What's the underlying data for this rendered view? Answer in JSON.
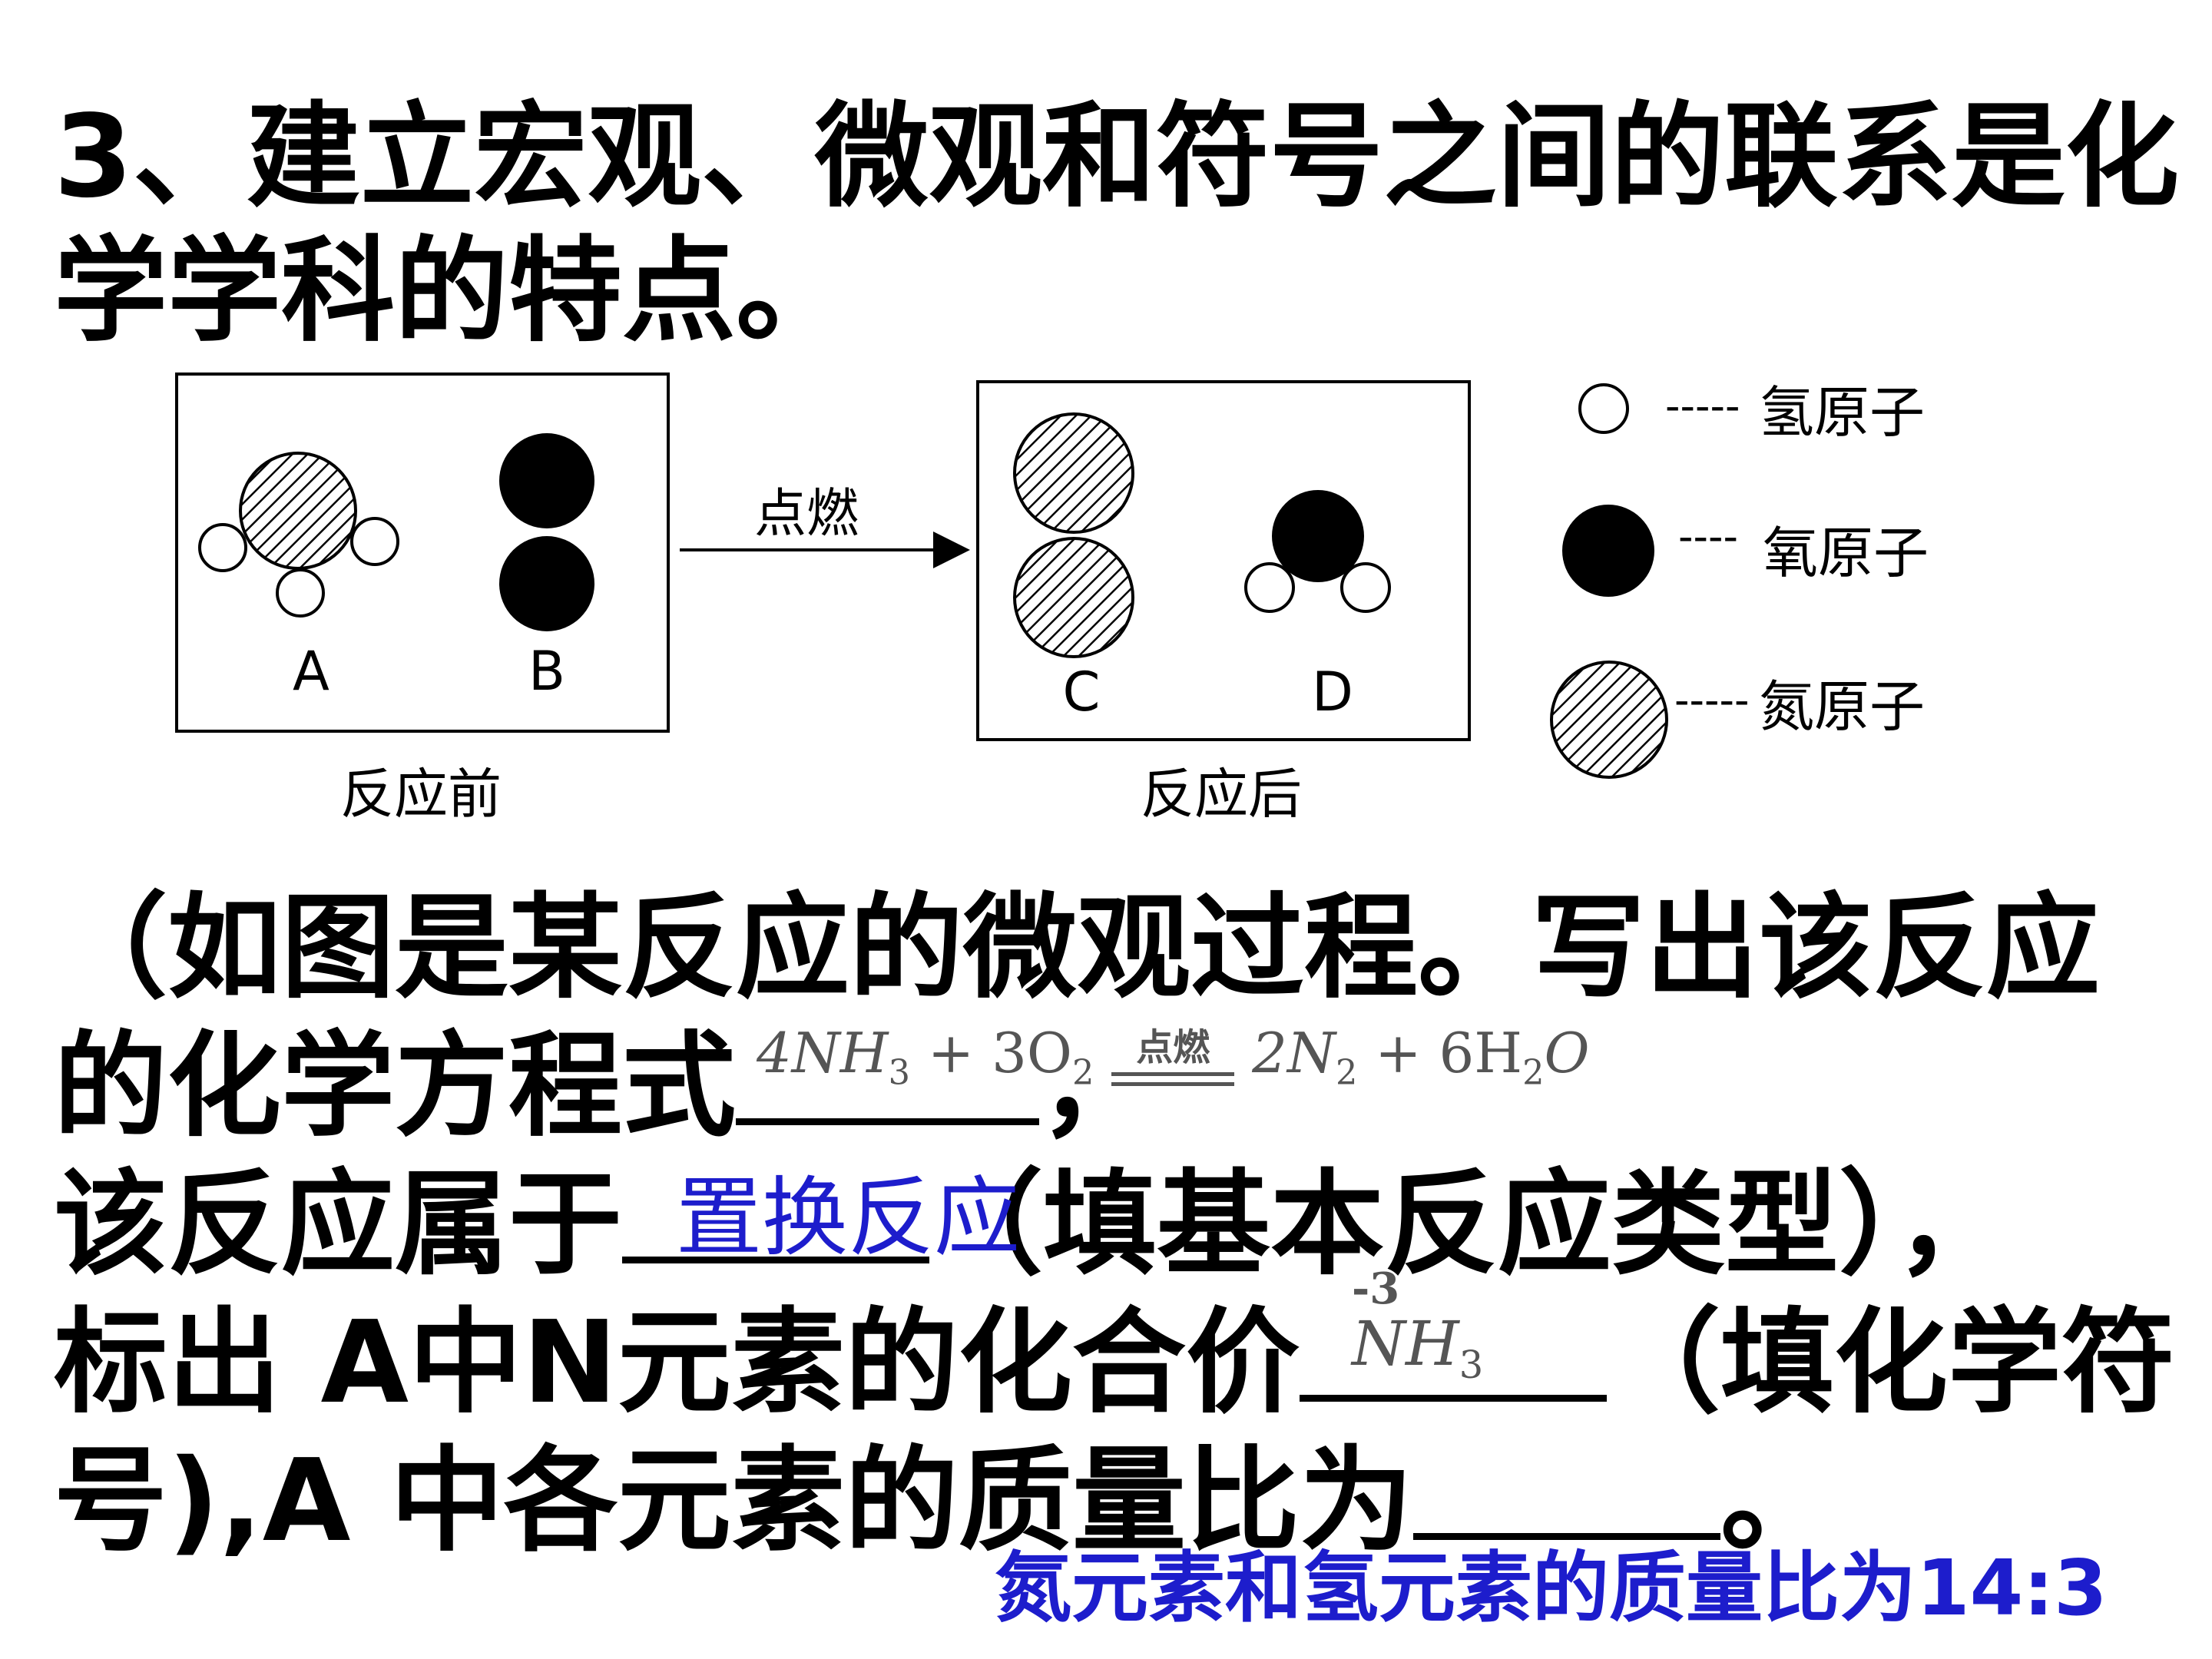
{
  "question": {
    "line1": "3、建立宏观、微观和符号之间的联系是化",
    "line2": "学学科的特点。"
  },
  "diagram": {
    "before_caption": "反应前",
    "after_caption": "反应后",
    "arrow_label": "点燃",
    "molecules": [
      "A",
      "B",
      "C",
      "D"
    ],
    "legend": [
      {
        "dash": "-----",
        "text": "氢原子",
        "icon": "hydrogen-atom-icon"
      },
      {
        "dash": "----",
        "text": "氧原子",
        "icon": "oxygen-atom-icon"
      },
      {
        "dash": "-----",
        "text": "氮原子",
        "icon": "nitrogen-atom-icon"
      }
    ]
  },
  "body": {
    "p1": "（如图是某反应的微观过程。写出该反应",
    "p2a": "的化学方程式",
    "p2b": "，",
    "p3a": "该反应属于",
    "p3b": "（填基本反应类型），",
    "p4a": "标出 A中N元素的化合价",
    "p4b": "（填化学符",
    "p5a": "号),A 中各元素的质量比为",
    "p5b": "。"
  },
  "answers": {
    "equation": {
      "left": "4NH",
      "sub1": "3",
      "plus1": " + 3O",
      "sub2": "2",
      "cond": "点燃",
      "right1": "2N",
      "sub3": "2",
      "plus2": " + 6H",
      "sub4": "2",
      "right2": "O"
    },
    "reaction_type": "置换反应",
    "valence": {
      "charge": "-3",
      "symbol": "NH",
      "sub": "3"
    },
    "mass_ratio": "氮元素和氢元素的质量比为14:3"
  }
}
